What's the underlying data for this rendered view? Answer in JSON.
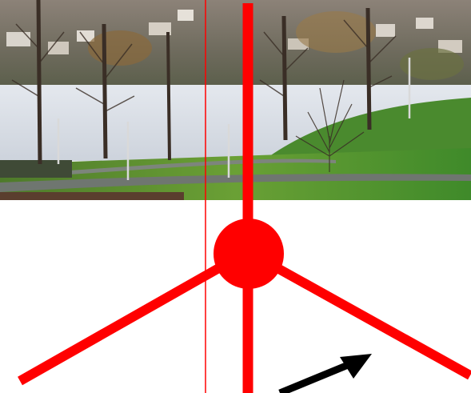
{
  "image": {
    "photo": {
      "description_tags": [
        "lake",
        "bare-trees",
        "grass-lawn",
        "paved-path",
        "lamp-posts",
        "hillside-houses"
      ]
    },
    "overlay": {
      "colors": {
        "primary": "#ff0000",
        "arrow": "#000000",
        "background": "#ffffff"
      },
      "elements": [
        "vertical-line-thick",
        "vertical-line-thin",
        "center-dot",
        "left-diagonal-line",
        "right-diagonal-line",
        "direction-arrow"
      ]
    }
  }
}
